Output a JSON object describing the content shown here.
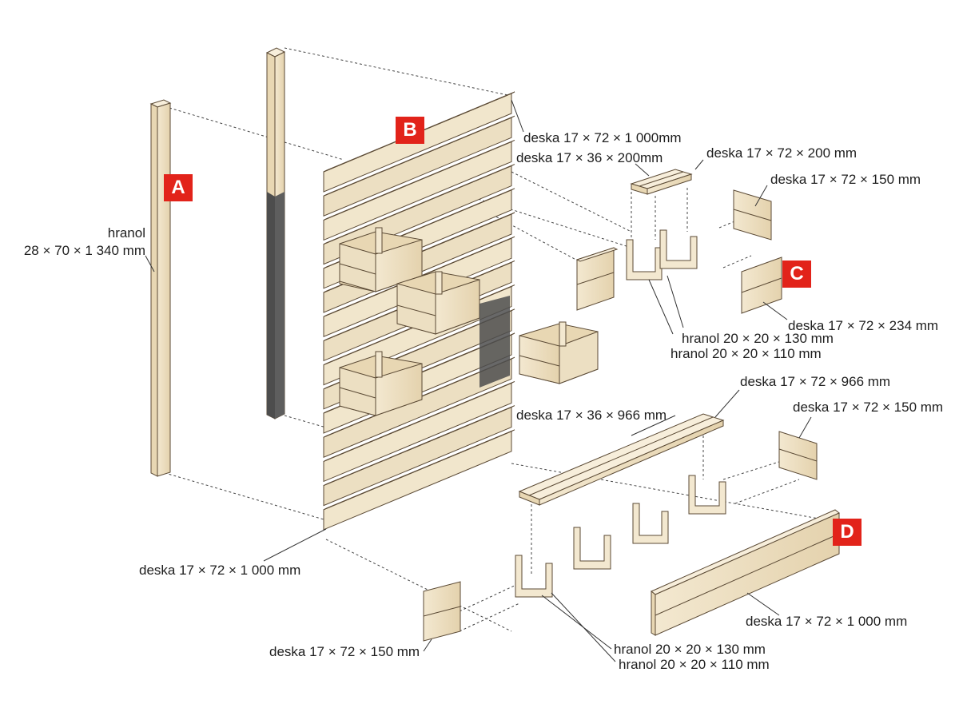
{
  "badges": {
    "a": "A",
    "b": "B",
    "c": "C",
    "d": "D"
  },
  "labels": {
    "post_a_name": "hranol",
    "post_a_dims": "28 × 70 × 1 340 mm",
    "top_board": "deska 17 × 72 × 1 000mm",
    "c_strip": "deska 17 × 36 × 200mm",
    "c_bottom": "deska 17 × 72 × 200 mm",
    "c_end": "deska 17 × 72 × 150 mm",
    "c_side": "deska 17 × 72 × 234 mm",
    "c_post_long": "hranol 20 × 20 × 130 mm",
    "c_post_short": "hranol 20 × 20 × 110 mm",
    "d_bottom": "deska 17 × 72 × 966 mm",
    "d_strip": "deska 17 × 36 × 966 mm",
    "d_end_right": "deska 17 × 72 × 150 mm",
    "bottom_board": "deska 17 × 72 × 1 000 mm",
    "d_side": "deska 17 × 72 × 1 000 mm",
    "d_end_left": "deska 17 × 72 × 150 mm",
    "d_post_long": "hranol 20 × 20 × 130 mm",
    "d_post_short": "hranol 20 × 20 × 110 mm"
  },
  "colors": {
    "wood": "#efe2c6",
    "wood_dark": "#d9c59c",
    "wood_line": "#5b4a35",
    "badge": "#e2231a",
    "shadow": "#4d4d4d"
  }
}
